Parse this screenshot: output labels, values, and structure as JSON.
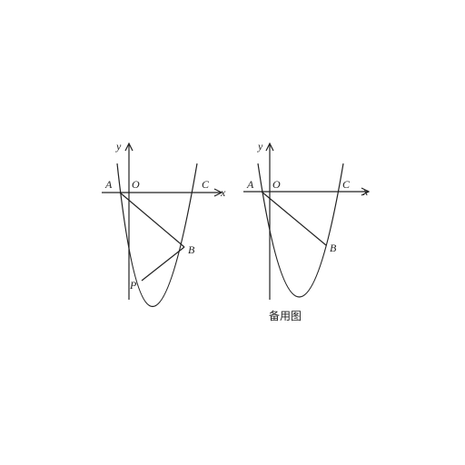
{
  "figures": [
    {
      "labels": {
        "y": "y",
        "x": "x",
        "A": "A",
        "O": "O",
        "C": "C",
        "B": "B",
        "P": "P"
      }
    },
    {
      "labels": {
        "y": "y",
        "x": "x",
        "A": "A",
        "O": "O",
        "C": "C",
        "B": "B"
      }
    }
  ],
  "caption": "备用图"
}
